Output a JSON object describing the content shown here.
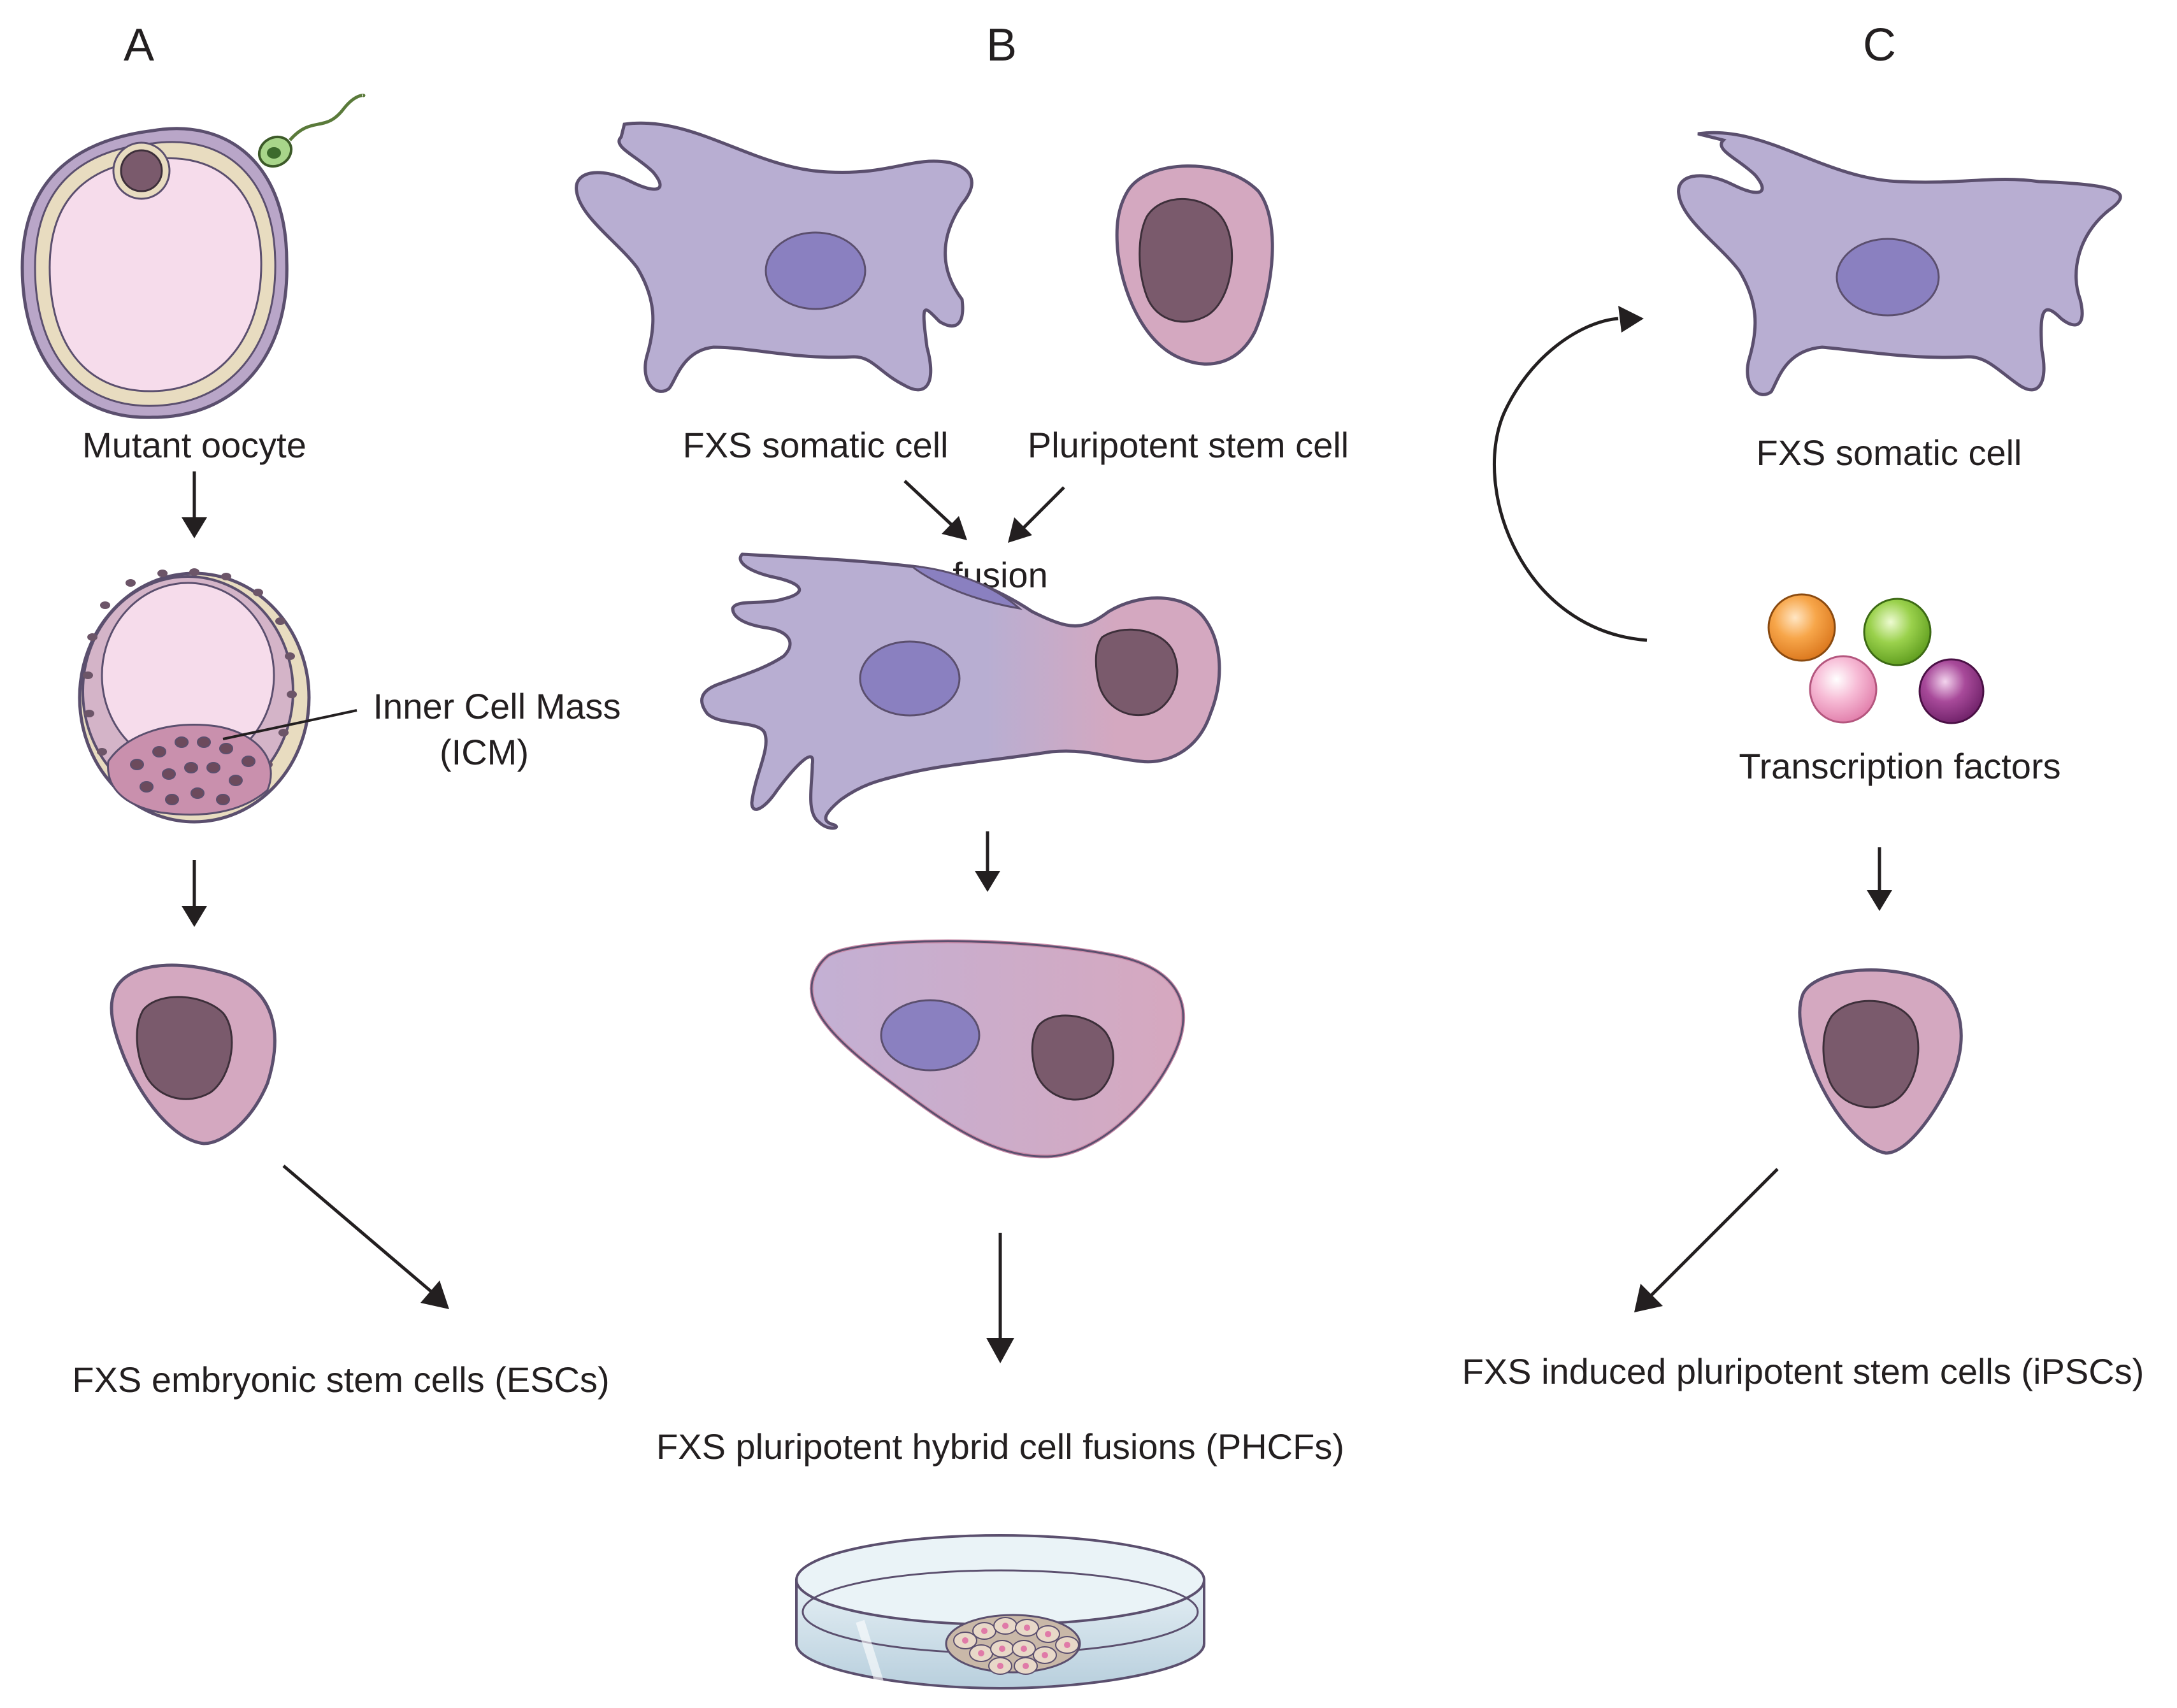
{
  "panels": {
    "a": {
      "letter": "A",
      "oocyte_label": "Mutant oocyte",
      "icm_label_line1": "Inner Cell Mass",
      "icm_label_line2": "(ICM)",
      "result_label": "FXS embryonic stem cells (ESCs)"
    },
    "b": {
      "letter": "B",
      "somatic_label": "FXS somatic cell",
      "stem_label": "Pluripotent stem cell",
      "fusion_label": "fusion",
      "result_label": "FXS pluripotent hybrid cell fusions (PHCFs)"
    },
    "c": {
      "letter": "C",
      "somatic_label": "FXS somatic cell",
      "factors_label": "Transcription factors",
      "result_label": "FXS induced pluripotent stem cells (iPSCs)"
    }
  },
  "colors": {
    "somatic_cell": "#b8aed2",
    "somatic_nucleus": "#8a80c0",
    "stem_cell": "#d4a8c0",
    "stem_nucleus": "#7a5a6c",
    "oocyte_inner": "#f6dceb",
    "zona": "#e8dcc0",
    "factor_orange": "#f39a3c",
    "factor_green": "#8cc63f",
    "factor_pink": "#f4a8c8",
    "factor_purple": "#9b3c8c",
    "dish": "#cfe0ea"
  }
}
